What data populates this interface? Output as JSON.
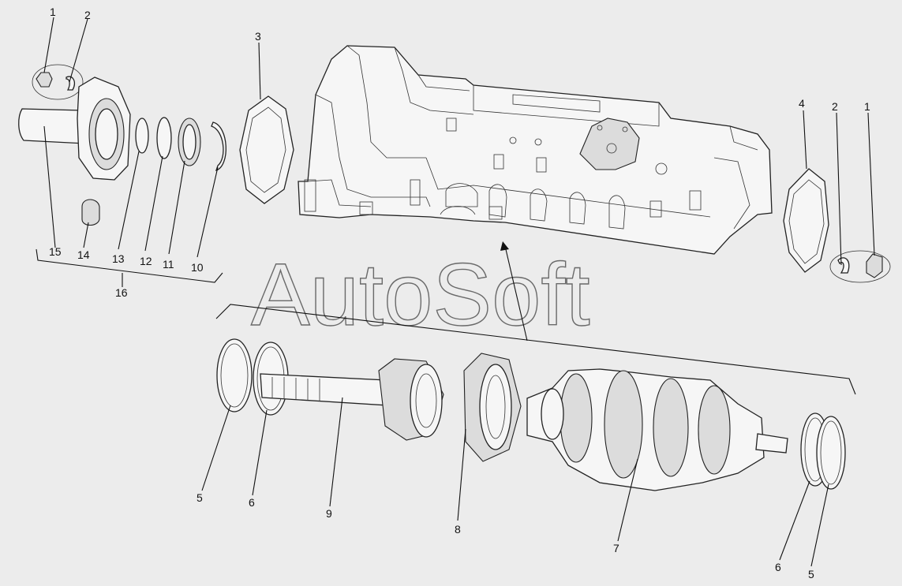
{
  "watermark": "AutoSoft",
  "callouts": {
    "top_left": [
      "1",
      "2",
      "15",
      "14",
      "13",
      "12",
      "11",
      "10",
      "16",
      "3"
    ],
    "top_right": [
      "4",
      "2",
      "1"
    ],
    "bottom": [
      "5",
      "6",
      "9",
      "8",
      "7",
      "6",
      "5"
    ]
  },
  "colors": {
    "background": "#ececec",
    "lines": "#111111",
    "watermark": "#6a6a6a"
  }
}
